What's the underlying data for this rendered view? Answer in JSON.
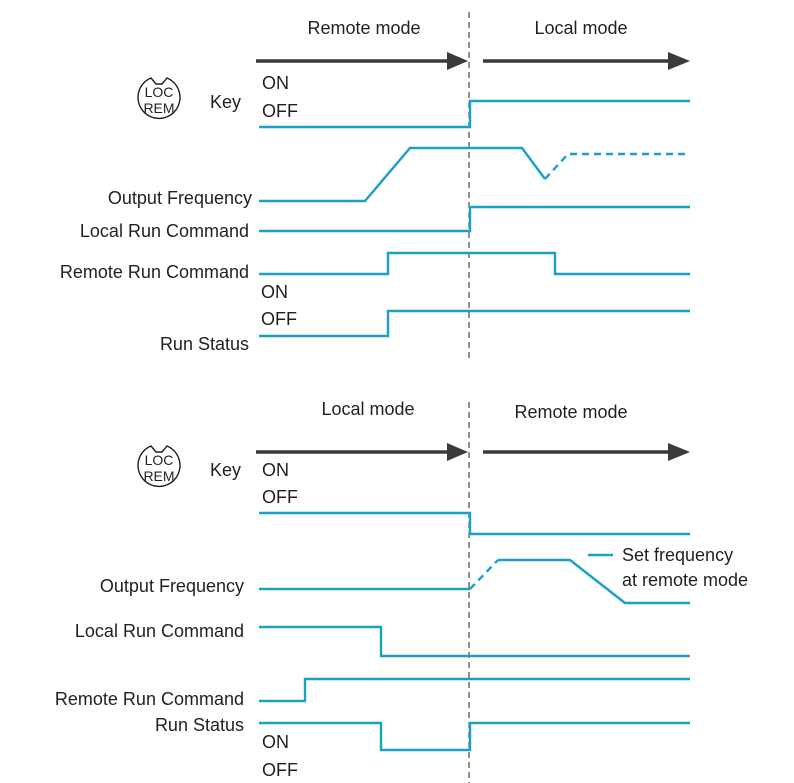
{
  "colors": {
    "signal": "#1ba0c8",
    "arrow": "#3a3a3a",
    "text": "#231f20"
  },
  "icons": {
    "key_icon": "loc-rem-key-icon"
  },
  "top": {
    "mode_left": "Remote mode",
    "mode_right": "Local mode",
    "key_label": "Key",
    "key_icon_line1": "LOC",
    "key_icon_line2": "REM",
    "on_label": "ON",
    "off_label": "OFF",
    "output_frequency": "Output Frequency",
    "local_run_command": "Local Run Command",
    "remote_run_command": "Remote Run Command",
    "on_label_2": "ON",
    "off_label_2": "OFF",
    "run_status": "Run Status"
  },
  "bottom": {
    "mode_left": "Local mode",
    "mode_right": "Remote mode",
    "key_label": "Key",
    "key_icon_line1": "LOC",
    "key_icon_line2": "REM",
    "on_label": "ON",
    "off_label": "OFF",
    "output_frequency": "Output Frequency",
    "legend_line1": "Set frequency",
    "legend_line2": "at remote mode",
    "local_run_command": "Local Run Command",
    "remote_run_command": "Remote Run Command",
    "run_status": "Run Status",
    "on_label_2": "ON",
    "off_label_2": "OFF"
  }
}
